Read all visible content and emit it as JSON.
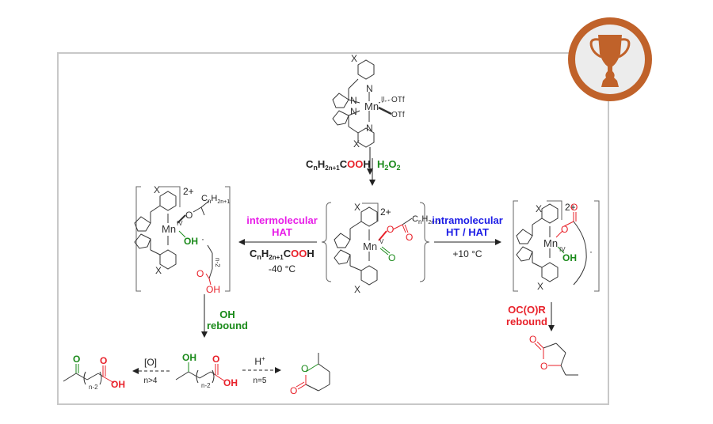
{
  "badge": {
    "icon": "trophy-icon",
    "colors": {
      "ring": "#c0622a",
      "fill": "#ececec"
    }
  },
  "colors": {
    "black": "#222222",
    "red": "#e8212a",
    "green": "#1a8a1a",
    "magenta": "#e81ee8",
    "blue": "#1c1ce6",
    "gray": "#555555"
  },
  "start_complex": {
    "metal": "Mn",
    "oxidation": "II",
    "ligands": [
      "OTf",
      "OTf"
    ],
    "substituent": "X",
    "n_atoms": [
      "N",
      "N",
      "N",
      "N"
    ]
  },
  "step1": {
    "reagent_black": "C",
    "reagent_n": "n",
    "reagent_h": "H",
    "reagent_sub": "2n+1",
    "reagent_c": "C",
    "reagent_oo": "OO",
    "reagent_h_end": "H",
    "oxidant": "H",
    "oxidant_sub": "2",
    "oxidant_o": "O",
    "oxidant_sub2": "2"
  },
  "center_complex": {
    "metal": "Mn",
    "oxidation": "V",
    "charge": "2+",
    "oxo": "O",
    "carboxylate_o": "O",
    "carbonyl_o": "O",
    "chain": "C",
    "chain_n": "n",
    "chain_h": "H",
    "chain_sub": "2n+1",
    "substituent": "X"
  },
  "left_arrow": {
    "title_line1": "intermolecular",
    "title_line2": "HAT",
    "reagent": "C",
    "reagent_n": "n",
    "reagent_h": "H",
    "reagent_sub": "2n+1",
    "reagent_c": "C",
    "reagent_oo": "OO",
    "reagent_h_end": "H",
    "temperature": "-40 °C"
  },
  "right_arrow": {
    "title_line1": "intramolecular",
    "title_line2": "HT / HAT",
    "temperature": "+10 °C"
  },
  "left_complex": {
    "metal": "Mn",
    "oxidation": "IV",
    "charge": "2+",
    "hydroxo": "OH",
    "chain": "C",
    "chain_n": "n",
    "chain_h": "H",
    "chain_sub": "2n+1",
    "radical_label": "n-2",
    "acid_o": "O",
    "acid_oh": "OH",
    "substituent": "X"
  },
  "right_complex": {
    "metal": "Mn",
    "oxidation": "IV",
    "charge": "2+",
    "hydroxo": "OH",
    "carbonyl_o": "O",
    "ester_o": "O",
    "substituent": "X"
  },
  "oh_rebound": {
    "line1": "OH",
    "line2": "rebound"
  },
  "ocor_rebound": {
    "line1": "OC(O)R",
    "line2": "rebound"
  },
  "oxidation_arrow": {
    "reagent": "[O]",
    "condition": "n>4"
  },
  "acid_arrow": {
    "reagent": "H",
    "reagent_sup": "+",
    "condition": "n=5"
  },
  "keto_acid": {
    "ketone_o": "O",
    "acid_o": "O",
    "acid_oh": "OH",
    "repeat": "n-2"
  },
  "hydroxy_acid": {
    "oh": "OH",
    "acid_o": "O",
    "acid_oh": "OH",
    "repeat": "n-2"
  },
  "delta_lactone": {
    "ring_o": "O",
    "carbonyl_o": "O"
  },
  "gamma_lactone": {
    "ring_o": "O",
    "carbonyl_o": "O"
  }
}
